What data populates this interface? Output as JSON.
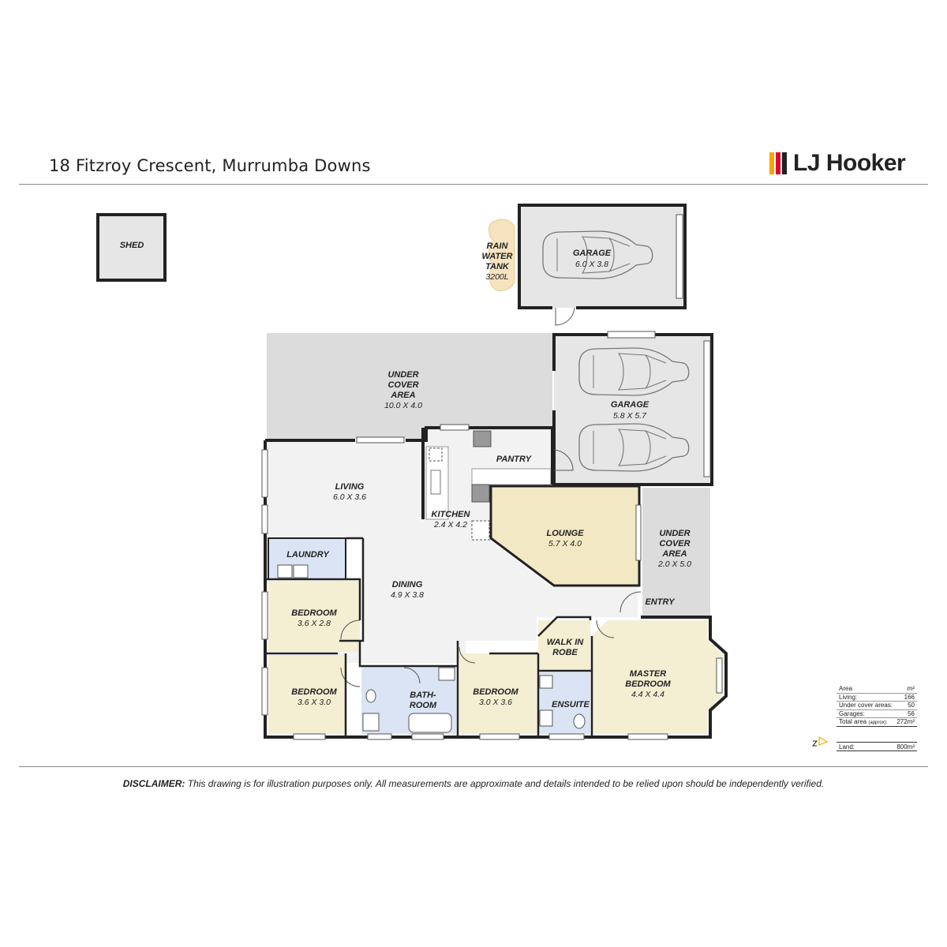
{
  "header": {
    "title": "18 Fitzroy Crescent, Murrumba Downs",
    "logo_text": "LJ Hooker",
    "logo_colors": [
      "#f6a800",
      "#e4002b",
      "#222222"
    ]
  },
  "rooms": {
    "shed": {
      "label": "SHED"
    },
    "rain_tank": {
      "line1": "RAIN",
      "line2": "WATER",
      "line3": "TANK",
      "capacity": "3200L"
    },
    "garage_small": {
      "label": "GARAGE",
      "dims": "6.0 X 3.8"
    },
    "under_cover_main": {
      "line1": "UNDER",
      "line2": "COVER",
      "line3": "AREA",
      "dims": "10.0 X 4.0"
    },
    "garage_main": {
      "label": "GARAGE",
      "dims": "5.8 X 5.7"
    },
    "pantry": {
      "label": "PANTRY"
    },
    "living": {
      "label": "LIVING",
      "dims": "6.0 X 3.6"
    },
    "kitchen": {
      "label": "KITCHEN",
      "dims": "2.4 X 4.2"
    },
    "lounge": {
      "label": "LOUNGE",
      "dims": "5.7 X 4.0"
    },
    "under_cover_side": {
      "line1": "UNDER",
      "line2": "COVER",
      "line3": "AREA",
      "dims": "2.0 X 5.0"
    },
    "laundry": {
      "label": "LAUNDRY"
    },
    "dining": {
      "label": "DINING",
      "dims": "4.9 X 3.8"
    },
    "entry": {
      "label": "ENTRY"
    },
    "bedroom_1": {
      "label": "BEDROOM",
      "dims": "3.6 X 2.8"
    },
    "walk_in_robe": {
      "line1": "WALK IN",
      "line2": "ROBE"
    },
    "master_bedroom": {
      "line1": "MASTER",
      "line2": "BEDROOM",
      "dims": "4.4 X 4.4"
    },
    "bedroom_2": {
      "label": "BEDROOM",
      "dims": "3.6 X 3.0"
    },
    "bathroom": {
      "line1": "BATH-",
      "line2": "ROOM"
    },
    "bedroom_3": {
      "label": "BEDROOM",
      "dims": "3.0 X 3.6"
    },
    "ensuite": {
      "label": "ENSUITE"
    }
  },
  "area_table": {
    "header": {
      "label": "Area",
      "unit": "m²"
    },
    "rows": [
      {
        "label": "Living:",
        "value": "166"
      },
      {
        "label": "Under cover areas:",
        "value": "50"
      },
      {
        "label": "Garages:",
        "value": "56"
      }
    ],
    "total": {
      "label": "Total area",
      "qualifier": "(approx):",
      "value": "272m²"
    },
    "land": {
      "label": "Land:",
      "value": "800m²"
    }
  },
  "disclaimer": {
    "label": "DISCLAIMER:",
    "text": "This drawing is for illustration purposes only. All measurements are approximate and details intended to be relied upon should be independently verified."
  }
}
